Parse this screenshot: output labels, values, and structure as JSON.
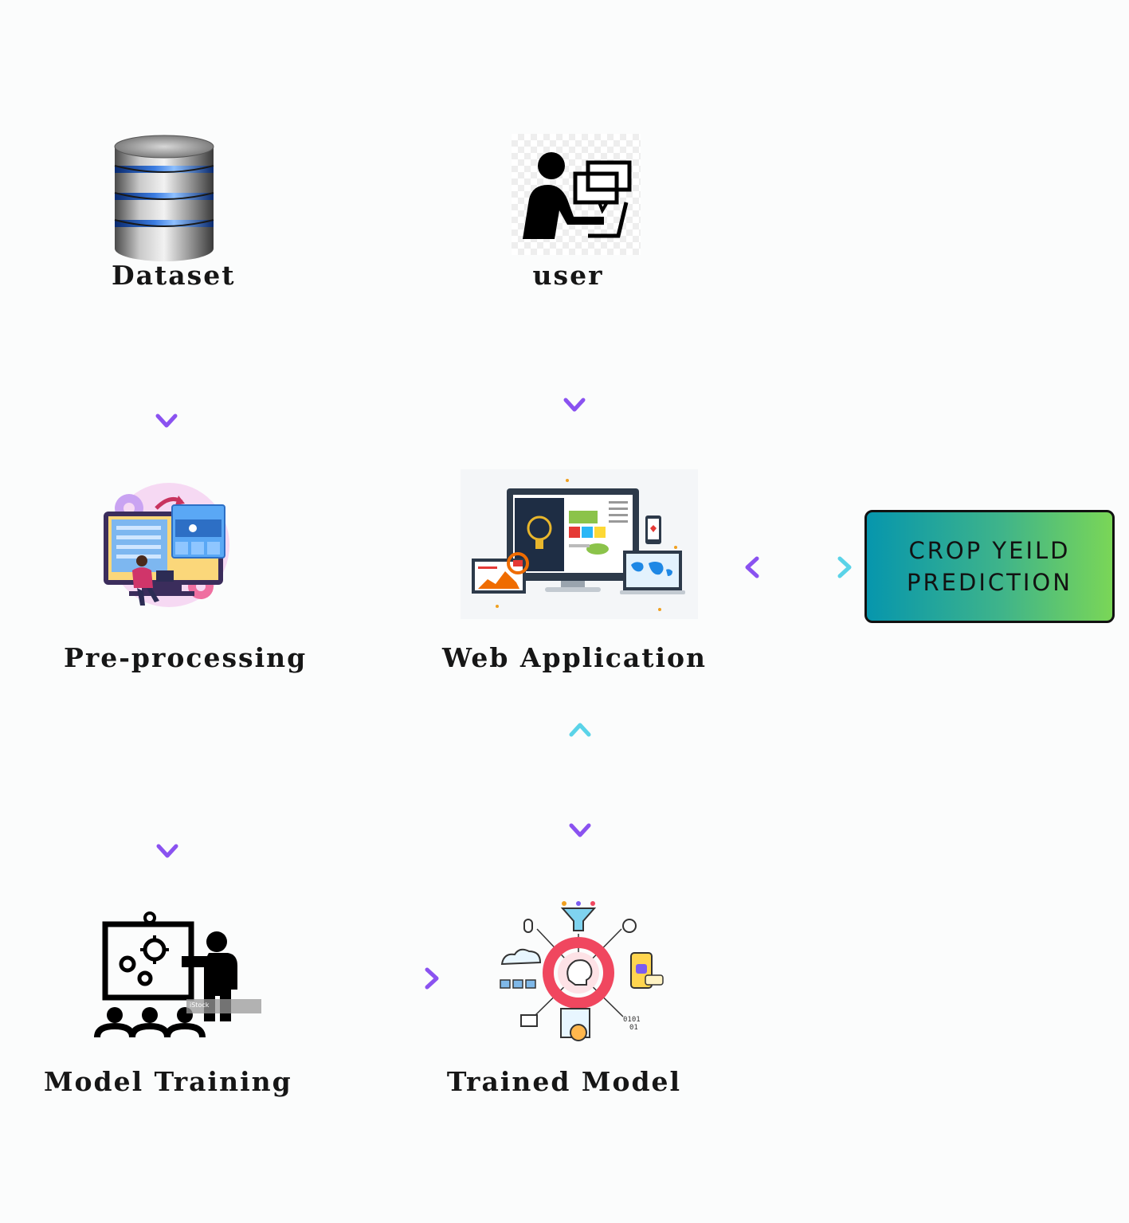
{
  "nodes": {
    "dataset": {
      "label": "Dataset",
      "icon": "database-icon"
    },
    "user": {
      "label": "user",
      "icon": "user-computer-icon"
    },
    "preprocessing": {
      "label": "Pre-processing",
      "icon": "preprocessing-illustration-icon"
    },
    "web_application": {
      "label": "Web Application",
      "icon": "web-devices-icon"
    },
    "model_training": {
      "label": "Model Training",
      "icon": "presentation-training-icon",
      "watermark": "iStock"
    },
    "trained_model": {
      "label": "Trained Model",
      "icon": "ai-brain-hub-icon"
    }
  },
  "result": {
    "line1": "CROP YEILD",
    "line2": "PREDICTION"
  },
  "edges": [
    {
      "from": "Dataset",
      "to": "Pre-processing",
      "direction": "one-way"
    },
    {
      "from": "Pre-processing",
      "to": "Model Training",
      "direction": "one-way"
    },
    {
      "from": "Model Training",
      "to": "Trained Model",
      "direction": "one-way"
    },
    {
      "from": "Trained Model",
      "to": "Web Application",
      "direction": "two-way"
    },
    {
      "from": "user",
      "to": "Web Application",
      "direction": "one-way"
    },
    {
      "from": "Web Application",
      "to": "CROP YEILD PREDICTION",
      "direction": "two-way"
    }
  ],
  "colors": {
    "arrow_start": "#5ad3e8",
    "arrow_end": "#8a52f0",
    "box_gradient_start": "#0696ad",
    "box_gradient_end": "#7ad657",
    "label_text": "#161616"
  }
}
